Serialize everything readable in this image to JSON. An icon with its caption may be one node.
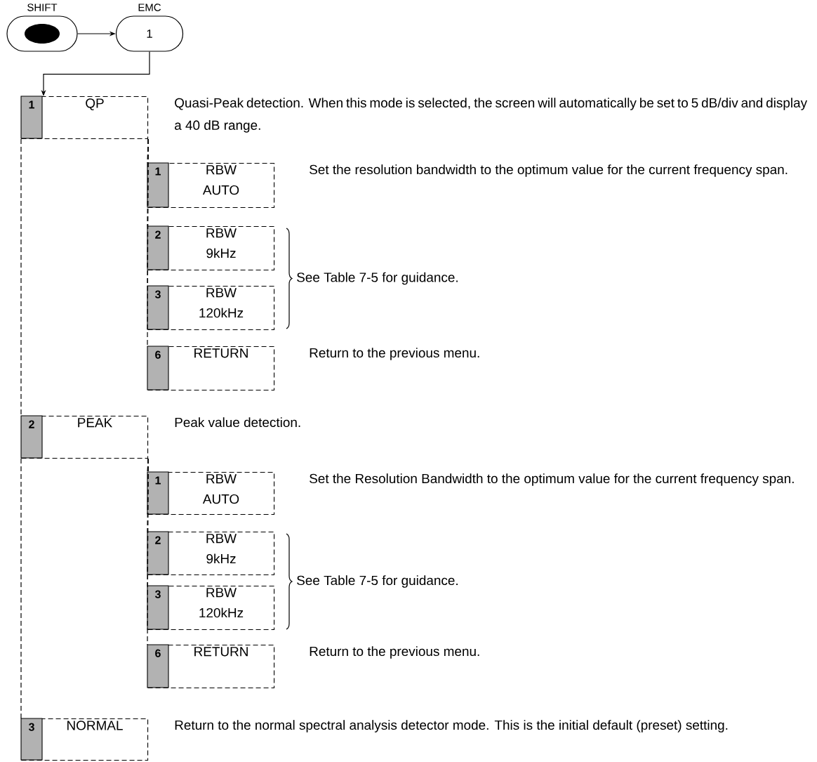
{
  "diagram": {
    "nodes": [
      {
        "text": [
          "SHIFT"
        ]
      },
      {
        "text": [
          "EMC",
          "1"
        ]
      },
      {
        "text": [
          "1",
          "QP"
        ],
        "beside": [
          "Quasi-Peak detection. When this mode is selected, the screen will automatically be set to 5 dB/div and display a 40 dB range."
        ]
      },
      {
        "text": [
          "1",
          "RBW AUTO"
        ],
        "beside": [
          "Set the resolution bandwidth to the optimum value for the current frequency span."
        ]
      },
      {
        "text": [
          "2",
          "RBW 9kHz"
        ]
      },
      {
        "text": [
          "3",
          "RBW 120kHz"
        ]
      },
      {
        "text": [
          "6",
          "RETURN"
        ],
        "beside": [
          "Return to the previous menu."
        ]
      },
      {
        "text": [
          "2",
          "PEAK"
        ],
        "beside": [
          "Peak value detection."
        ]
      },
      {
        "text": [
          "1",
          "RBW AUTO"
        ],
        "beside": [
          "Set the Resolution Bandwidth to the optimum value for the current frequency span."
        ]
      },
      {
        "text": [
          "2",
          "RBW 9kHz"
        ]
      },
      {
        "text": [
          "3",
          "RBW 120kHz"
        ]
      },
      {
        "text": [
          "6",
          "RETURN"
        ],
        "beside": [
          "Return to the previous menu."
        ]
      },
      {
        "text": [
          "3",
          "NORMAL"
        ],
        "beside": [
          "Return to the normal spectral analysis detector mode. This is the initial default (preset) setting."
        ]
      }
    ],
    "edges": [
      {
        "from": 0,
        "to": 1,
        "arrow": "to"
      },
      {
        "from": 1,
        "to": 2,
        "arrow": "to"
      },
      {
        "from": 2,
        "to": 3,
        "arrow": "none",
        "style": "dashed"
      },
      {
        "from": 2,
        "to": 4,
        "arrow": "none",
        "style": "dashed"
      },
      {
        "from": 2,
        "to": 5,
        "arrow": "none",
        "style": "dashed"
      },
      {
        "from": 2,
        "to": 6,
        "arrow": "none",
        "style": "dashed"
      },
      {
        "from": 2,
        "to": 7,
        "arrow": "none",
        "style": "dashed"
      },
      {
        "from": 7,
        "to": 8,
        "arrow": "none",
        "style": "dashed"
      },
      {
        "from": 7,
        "to": 9,
        "arrow": "none",
        "style": "dashed"
      },
      {
        "from": 7,
        "to": 10,
        "arrow": "none",
        "style": "dashed"
      },
      {
        "from": 7,
        "to": 11,
        "arrow": "none",
        "style": "dashed"
      },
      {
        "from": 7,
        "to": 12,
        "arrow": "none",
        "style": "dashed"
      }
    ],
    "labels": [
      "See Table 7-5 for guidance.",
      "See Table 7-5 for guidance."
    ]
  }
}
